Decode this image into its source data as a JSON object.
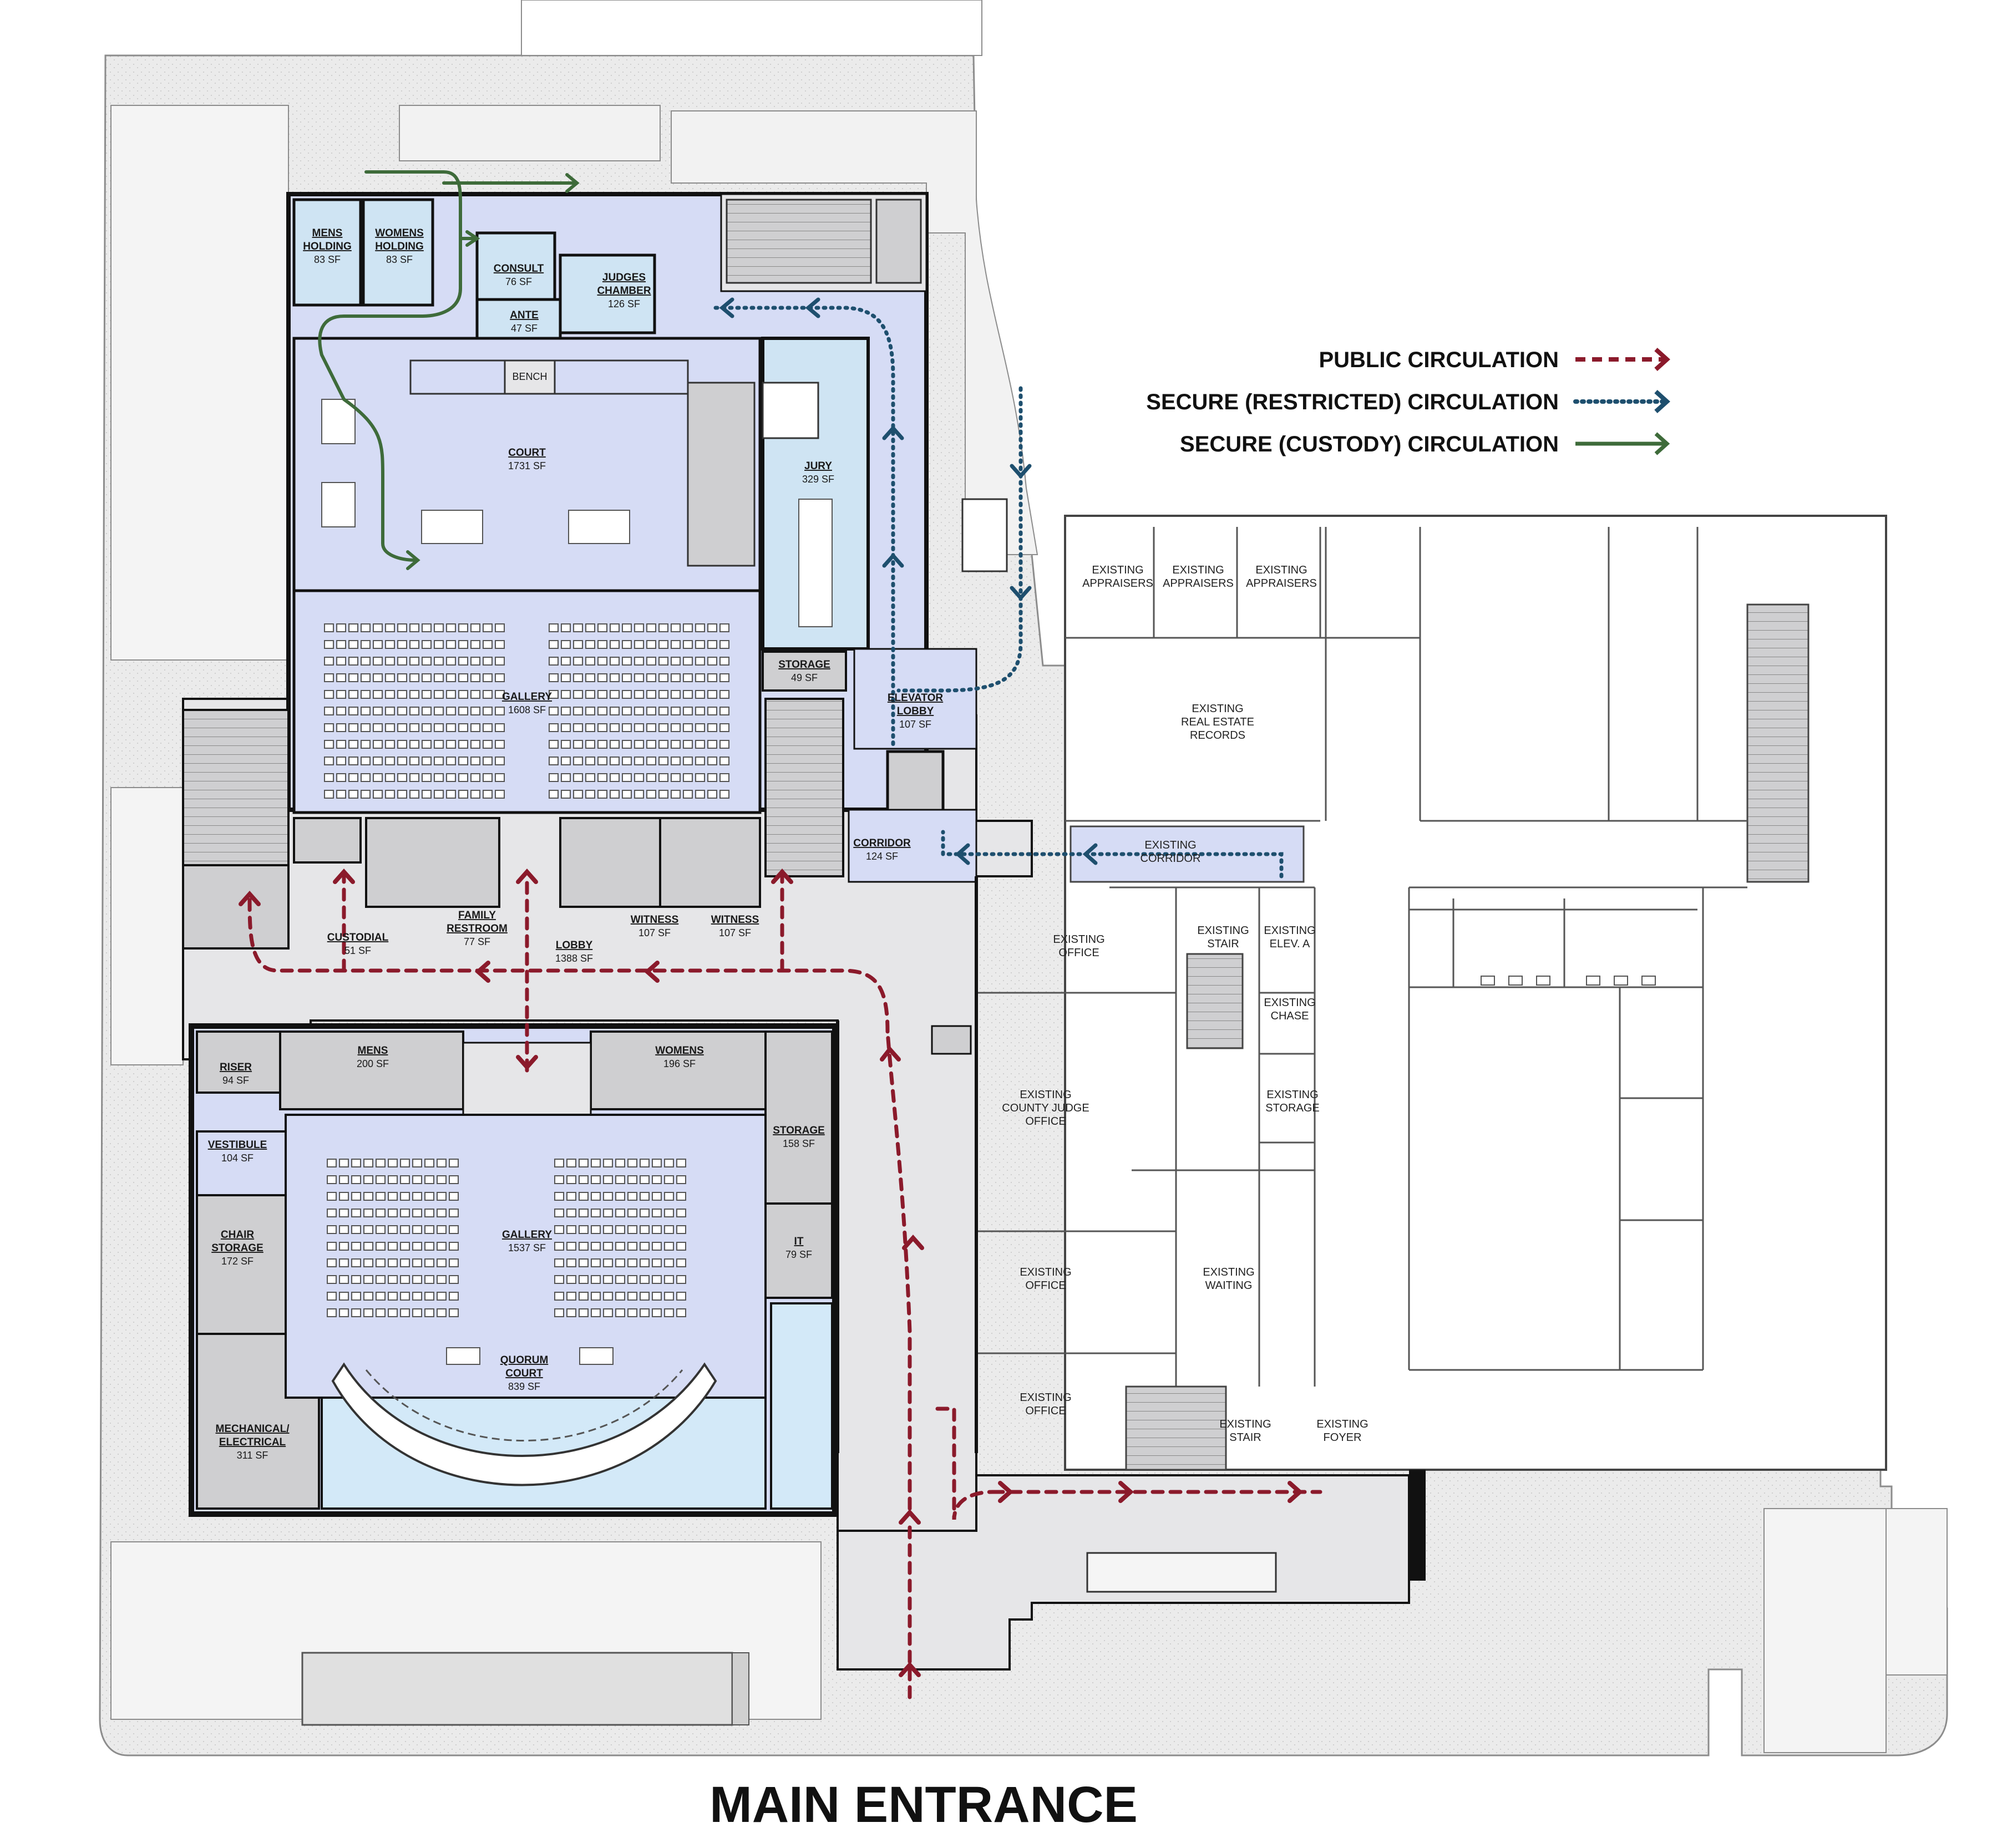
{
  "colors": {
    "public": "#8b1a2b",
    "secure_restricted": "#1e4f6e",
    "secure_custody": "#3e6b3a",
    "court_fill": "#d6dcf5",
    "quorum_fill": "#d3e9f8",
    "lobby_fill": "#e6e6e8",
    "service_fill": "#cfcfd1",
    "site_fill": "#ececec"
  },
  "legend": [
    {
      "label": "PUBLIC CIRCULATION",
      "style": "dashed",
      "color": "#8b1a2b"
    },
    {
      "label": "SECURE (RESTRICTED) CIRCULATION",
      "style": "dotted",
      "color": "#1e4f6e"
    },
    {
      "label": "SECURE (CUSTODY) CIRCULATION",
      "style": "solid",
      "color": "#3e6b3a"
    }
  ],
  "rooms": {
    "mens_holding": {
      "name1": "MENS",
      "name2": "HOLDING",
      "area": "83 SF"
    },
    "womens_holding": {
      "name1": "WOMENS",
      "name2": "HOLDING",
      "area": "83 SF"
    },
    "consult": {
      "name": "CONSULT",
      "area": "76 SF"
    },
    "judges_chamber": {
      "name1": "JUDGES",
      "name2": "CHAMBER",
      "area": "126 SF"
    },
    "ante": {
      "name": "ANTE",
      "area": "47 SF"
    },
    "bench": {
      "name": "BENCH"
    },
    "court": {
      "name": "COURT",
      "area": "1731 SF"
    },
    "jury": {
      "name": "JURY",
      "area": "329 SF"
    },
    "gallery_upper": {
      "name": "GALLERY",
      "area": "1608 SF"
    },
    "storage_upper": {
      "name": "STORAGE",
      "area": "49 SF"
    },
    "elevator_lobby": {
      "name1": "ELEVATOR",
      "name2": "LOBBY",
      "area": "107 SF"
    },
    "corridor": {
      "name": "CORRIDOR",
      "area": "124 SF"
    },
    "custodial": {
      "name": "CUSTODIAL",
      "area": "51 SF"
    },
    "family_restroom": {
      "name1": "FAMILY",
      "name2": "RESTROOM",
      "area": "77 SF"
    },
    "lobby": {
      "name": "LOBBY",
      "area": "1388 SF"
    },
    "witness1": {
      "name": "WITNESS",
      "area": "107 SF"
    },
    "witness2": {
      "name": "WITNESS",
      "area": "107 SF"
    },
    "riser": {
      "name": "RISER",
      "area": "94 SF"
    },
    "mens": {
      "name": "MENS",
      "area": "200 SF"
    },
    "womens": {
      "name": "WOMENS",
      "area": "196 SF"
    },
    "vestibule": {
      "name": "VESTIBULE",
      "area": "104 SF"
    },
    "storage_lower": {
      "name": "STORAGE",
      "area": "158 SF"
    },
    "chair_storage": {
      "name1": "CHAIR",
      "name2": "STORAGE",
      "area": "172 SF"
    },
    "gallery_lower": {
      "name": "GALLERY",
      "area": "1537 SF"
    },
    "it": {
      "name": "IT",
      "area": "79 SF"
    },
    "quorum_court": {
      "name1": "QUORUM",
      "name2": "COURT",
      "area": "839 SF"
    },
    "mech_elec": {
      "name1": "MECHANICAL/",
      "name2": "ELECTRICAL",
      "area": "311 SF"
    }
  },
  "existing": {
    "appraisers1": {
      "l1": "EXISTING",
      "l2": "APPRAISERS"
    },
    "appraisers2": {
      "l1": "EXISTING",
      "l2": "APPRAISERS"
    },
    "appraisers3": {
      "l1": "EXISTING",
      "l2": "APPRAISERS"
    },
    "real_estate": {
      "l1": "EXISTING",
      "l2": "REAL ESTATE",
      "l3": "RECORDS"
    },
    "corridor": {
      "l1": "EXISTING",
      "l2": "CORRIDOR"
    },
    "office1": {
      "l1": "EXISTING",
      "l2": "OFFICE"
    },
    "stair1": {
      "l1": "EXISTING",
      "l2": "STAIR"
    },
    "elev": {
      "l1": "EXISTING",
      "l2": "ELEV. A"
    },
    "chase": {
      "l1": "EXISTING",
      "l2": "CHASE"
    },
    "storage": {
      "l1": "EXISTING",
      "l2": "STORAGE"
    },
    "judge_office": {
      "l1": "EXISTING",
      "l2": "COUNTY JUDGE",
      "l3": "OFFICE"
    },
    "office2": {
      "l1": "EXISTING",
      "l2": "OFFICE"
    },
    "waiting": {
      "l1": "EXISTING",
      "l2": "WAITING"
    },
    "office3": {
      "l1": "EXISTING",
      "l2": "OFFICE"
    },
    "stair2": {
      "l1": "EXISTING",
      "l2": "STAIR"
    },
    "foyer": {
      "l1": "EXISTING",
      "l2": "FOYER"
    }
  },
  "main_entrance": "MAIN ENTRANCE"
}
